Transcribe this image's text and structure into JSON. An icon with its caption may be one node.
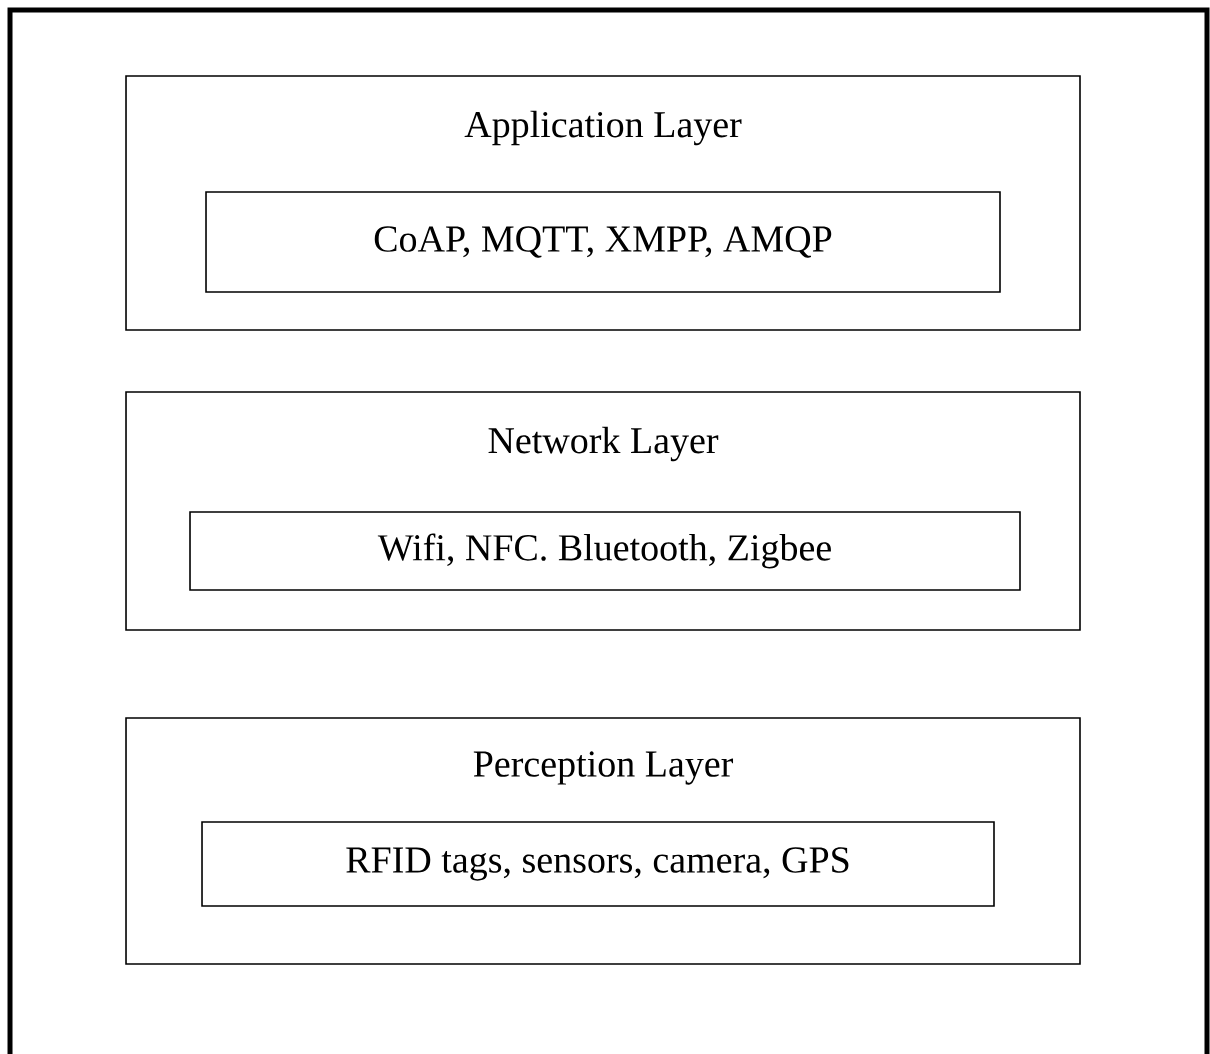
{
  "diagram": {
    "nodes": [
      {
        "text": [
          "Application Layer"
        ]
      },
      {
        "text": [
          "CoAP, MQTT, XMPP, AMQP"
        ],
        "in": 0
      },
      {
        "text": [
          "Network Layer"
        ]
      },
      {
        "text": [
          "Wifi, NFC. Bluetooth, Zigbee"
        ],
        "in": 2
      },
      {
        "text": [
          "Perception Layer"
        ]
      },
      {
        "text": [
          "RFID tags, sensors, camera, GPS"
        ],
        "in": 4
      }
    ]
  }
}
